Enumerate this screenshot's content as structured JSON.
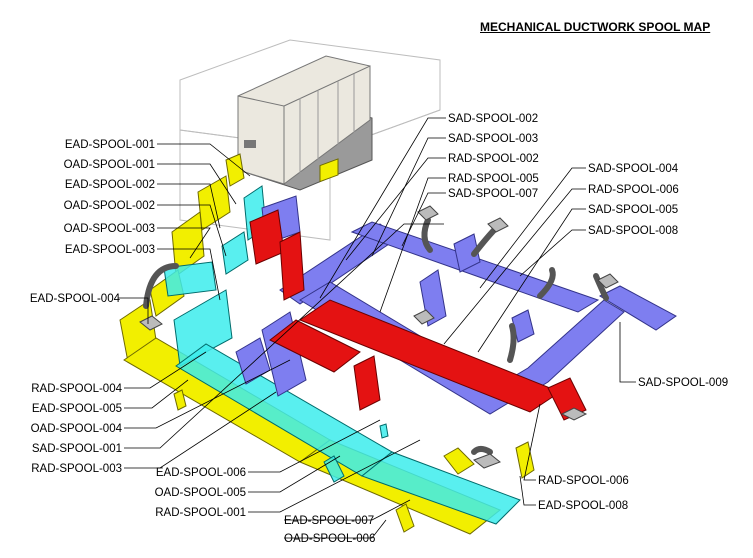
{
  "title": "MECHANICAL DUCTWORK SPOOL MAP",
  "colors": {
    "exhaust_air": "#f2ef00",
    "outside_air": "#3cecec",
    "supply_air": "#7e7ef0",
    "return_air": "#e41212",
    "ahu_unit": "#ebe8df"
  },
  "labels": {
    "ead_001": "EAD-SPOOL-001",
    "oad_001": "OAD-SPOOL-001",
    "ead_002": "EAD-SPOOL-002",
    "oad_002": "OAD-SPOOL-002",
    "oad_003": "OAD-SPOOL-003",
    "ead_003": "EAD-SPOOL-003",
    "ead_004": "EAD-SPOOL-004",
    "rad_004": "RAD-SPOOL-004",
    "ead_005": "EAD-SPOOL-005",
    "oad_004": "OAD-SPOOL-004",
    "sad_001": "SAD-SPOOL-001",
    "rad_003": "RAD-SPOOL-003",
    "ead_006": "EAD-SPOOL-006",
    "oad_005": "OAD-SPOOL-005",
    "rad_001": "RAD-SPOOL-001",
    "ead_007": "EAD-SPOOL-007",
    "oad_006": "OAD-SPOOL-006",
    "sad_002": "SAD-SPOOL-002",
    "sad_003": "SAD-SPOOL-003",
    "rad_002": "RAD-SPOOL-002",
    "rad_005": "RAD-SPOOL-005",
    "sad_007": "SAD-SPOOL-007",
    "sad_004": "SAD-SPOOL-004",
    "rad_006_top": "RAD-SPOOL-006",
    "sad_005": "SAD-SPOOL-005",
    "sad_008": "SAD-SPOOL-008",
    "sad_009": "SAD-SPOOL-009",
    "rad_006_bottom": "RAD-SPOOL-006",
    "ead_008": "EAD-SPOOL-008"
  }
}
